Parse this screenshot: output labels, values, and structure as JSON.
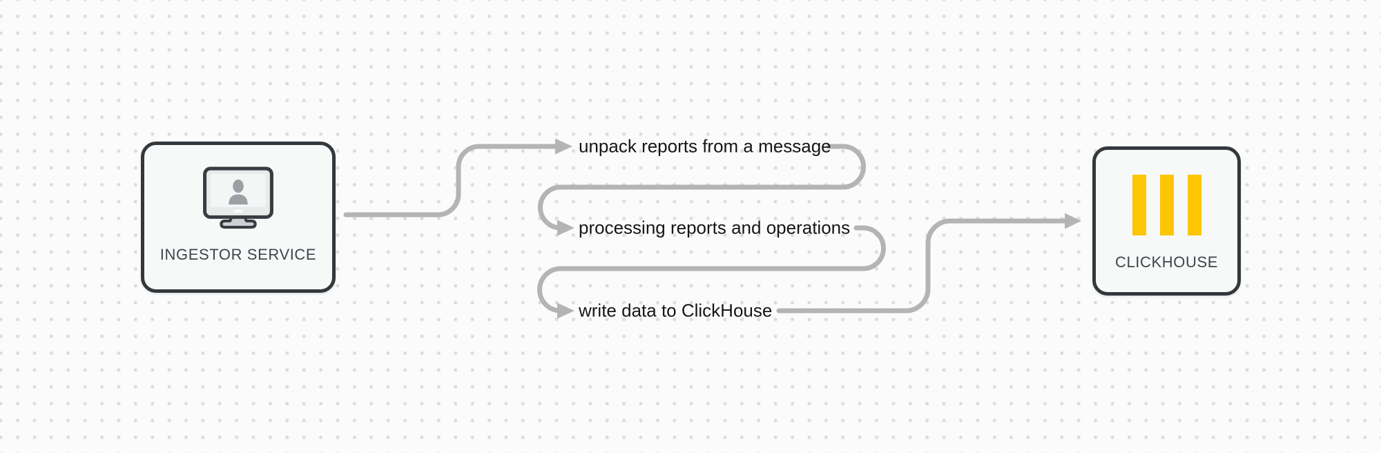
{
  "diagram": {
    "nodes": {
      "ingestor": {
        "label": "INGESTOR SERVICE",
        "icon": "monitor-user-icon"
      },
      "clickhouse": {
        "label": "CLICKHOUSE",
        "icon": "clickhouse-bars-logo"
      }
    },
    "steps": [
      {
        "label": "unpack reports from a message"
      },
      {
        "label": "processing reports and operations"
      },
      {
        "label": "write data to ClickHouse"
      }
    ],
    "arrow_icon": "arrowhead-right-icon"
  },
  "colors": {
    "bg_color": "#fbfbfb",
    "dot_color": "#dcdddd",
    "connector": "#b4b4b4",
    "node_border": "#33383c",
    "node_fill": "#f7f9f9",
    "clickhouse_yellow": "#fdc605",
    "step_text": "#161616",
    "node_label_text": "#3e444a"
  }
}
